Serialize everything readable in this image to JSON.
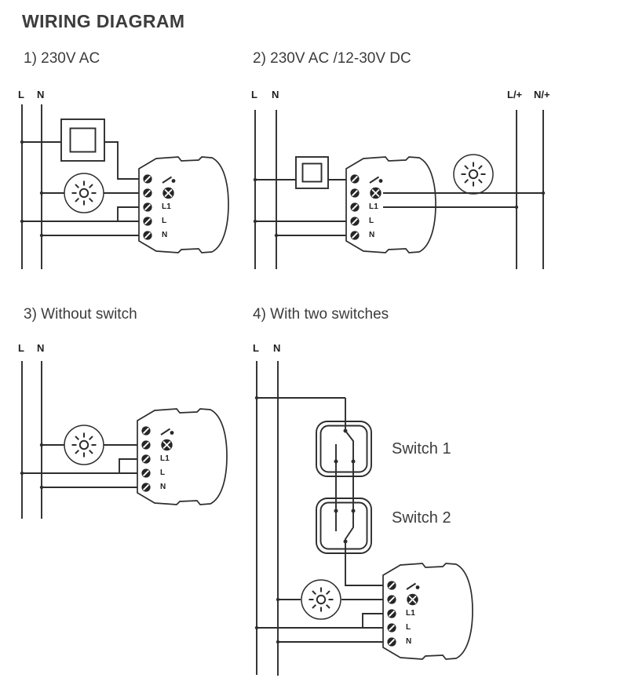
{
  "title": "WIRING DIAGRAM",
  "colors": {
    "ink": "#2d2d2d",
    "text": "#3c3c3c"
  },
  "diagrams": [
    {
      "caption": "1) 230V AC",
      "bus": [
        "L",
        "N"
      ]
    },
    {
      "caption": "2) 230V AC /12-30V DC",
      "bus": [
        "L",
        "N"
      ],
      "bus_right": [
        "L/+",
        "N/+"
      ]
    },
    {
      "caption": "3) Without switch",
      "bus": [
        "L",
        "N"
      ]
    },
    {
      "caption": "4) With two switches",
      "bus": [
        "L",
        "N"
      ],
      "switches": [
        "Switch 1",
        "Switch 2"
      ]
    }
  ],
  "module": {
    "terminals": {
      "l1": "L1",
      "l": "L",
      "n": "N"
    },
    "icons": [
      "momentary-switch-icon",
      "load-lamp-icon"
    ]
  }
}
